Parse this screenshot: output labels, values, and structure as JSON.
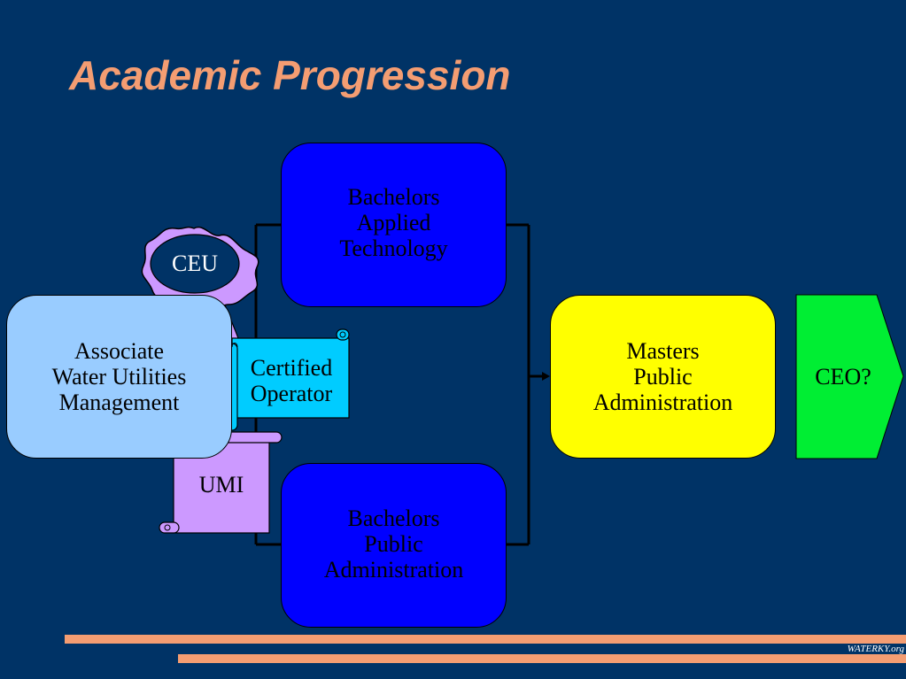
{
  "title": "Academic Progression",
  "nodes": {
    "associate": "Associate\nWater Utilities\nManagement",
    "bachelors_applied_technology": "Bachelors\nApplied\nTechnology",
    "bachelors_public_administration": "Bachelors\nPublic\nAdministration",
    "masters": "Masters\nPublic\nAdministration",
    "ceo": "CEO?"
  },
  "badges": {
    "ceu": "CEU",
    "certified_operator": "Certified\nOperator",
    "umi": "UMI"
  },
  "footer": {
    "site": "WATERKY.org"
  },
  "colors": {
    "background": "#003366",
    "title": "#F49D72",
    "associate": "#99CCFF",
    "bachelors": "#0000FF",
    "masters": "#FFFF00",
    "ceo": "#00EE33",
    "ceu_seal": "#CC99FF",
    "certified_scroll": "#00CCFF",
    "umi_scroll": "#CC99FF"
  }
}
